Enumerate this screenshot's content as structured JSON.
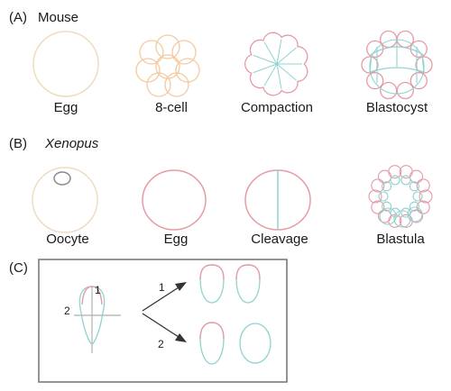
{
  "colors": {
    "pink": "#e79aa6",
    "teal": "#8fd3cf",
    "beige": "#efdcc0",
    "peach": "#f4c9a0",
    "grey": "#8a8a8a",
    "box": "#7a7a7a",
    "text": "#1a1a1a"
  },
  "panelA": {
    "label": "(A)",
    "title": "Mouse",
    "stages": [
      "Egg",
      "8-cell",
      "Compaction",
      "Blastocyst"
    ]
  },
  "panelB": {
    "label": "(B)",
    "title": "Xenopus",
    "stages": [
      "Oocyte",
      "Egg",
      "Cleavage",
      "Blastula"
    ]
  },
  "panelC": {
    "label": "(C)",
    "axis1": "1",
    "axis2": "2",
    "arrow1": "1",
    "arrow2": "2"
  }
}
